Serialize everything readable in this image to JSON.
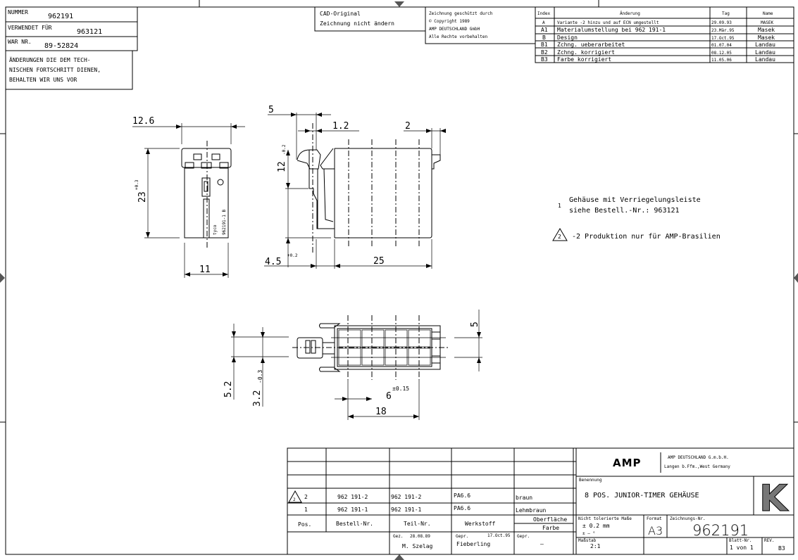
{
  "header_left": {
    "nummer_label": "NUMMER",
    "nummer": "962191",
    "verwendet_label": "VERWENDET FÜR",
    "verwendet": "963121",
    "war_label": "WAR NR.",
    "war": "89-52824",
    "notice": [
      "ÄNDERUNGEN DIE DEM TECH-",
      "NISCHEN FORTSCHRITT DIENEN,",
      "BEHALTEN WIR UNS VOR"
    ]
  },
  "cad_note": [
    "CAD-Original",
    "Zeichnung nicht ändern"
  ],
  "copyright": [
    "Zeichnung geschützt durch",
    "© Copyright 1989",
    "AMP DEUTSCHLAND GmbH",
    "Alle Rechte vorbehalten"
  ],
  "revisions": {
    "headers": [
      "Index",
      "Änderung",
      "Tag",
      "Name"
    ],
    "rows": [
      [
        "A",
        "Variante -2 hinzu und auf ECN umgestellt",
        "29.09.93",
        "MASEK"
      ],
      [
        "A1",
        "Materialumstellung bei 962 191-1",
        "23.Mär.95",
        "Masek"
      ],
      [
        "B",
        "Design",
        "17.Oct.95",
        "Masek"
      ],
      [
        "B1",
        "Zchng. ueberarbeitet",
        "01.07.04",
        "Landau"
      ],
      [
        "B2",
        "Zchng. korrigiert",
        "08.12.05",
        "Landau"
      ],
      [
        "B3",
        "Farbe korrigiert",
        "11.05.06",
        "Landau"
      ]
    ]
  },
  "dimensions": {
    "front_width": "12.6",
    "front_height": "23",
    "front_height_tol": "+0.3",
    "front_bottom": "11",
    "marking_brand": "tyco",
    "marking_part": "962191-1 B",
    "side_5": "5",
    "side_1_2": "1.2",
    "side_2": "2",
    "side_12": "12",
    "side_12_tol": "-0.2",
    "side_4_5": "4.5",
    "side_4_5_tol": "+0.2",
    "side_25": "25",
    "bottom_5_2": "5.2",
    "bottom_3_2": "3.2",
    "bottom_3_2_tol": "-0.3",
    "bottom_5": "5",
    "bottom_6": "6",
    "bottom_6_tol": "±0.15",
    "bottom_18": "18"
  },
  "notes": {
    "note1_num": "1",
    "note1_line1": "Gehäuse mit Verriegelungsleiste",
    "note1_line2": "siehe Bestell.-Nr.: 963121",
    "note2_num": "2",
    "note2_text": "-2 Produktion nur für AMP-Brasilien"
  },
  "parts_table": {
    "rows": [
      [
        "2",
        "962 191-2",
        "962 191-2",
        "PA6.6",
        "braun"
      ],
      [
        "1",
        "962 191-1",
        "962 191-1",
        "PA6.6",
        "Lehmbraun"
      ]
    ],
    "headers": [
      "Pos.",
      "Bestell-Nr.",
      "Teil-Nr.",
      "Werkstoff",
      "Oberfläche",
      "Farbe"
    ],
    "gez_label": "Gez.",
    "gez_date": "28.08.89",
    "gez_name": "M. Szelag",
    "gepr_label": "Gepr.",
    "gepr_date": "17.Oct.95",
    "gepr_name": "Fieberling",
    "gepr2_label": "Gepr.",
    "gepr2_name": "—"
  },
  "title_block": {
    "logo": "AMP",
    "company": "AMP DEUTSCHLAND G.m.b.H.",
    "location": "Langen b.Ffm.,West Germany",
    "benennung_label": "Benennung",
    "title": "8 POS. JUNIOR-TIMER GEHÄUSE",
    "class_letter": "K",
    "tol_label": "Nicht tolerierte Maße",
    "tol_value": "± 0.2  mm",
    "tol_value2": "±  —   °",
    "format_label": "Format",
    "format": "A3",
    "drawing_no_label": "Zeichnungs-Nr.",
    "drawing_no": "962191",
    "scale_label": "Maßstab",
    "scale": "2:1",
    "sheet_label": "Blatt-Nr.",
    "sheet": "1 von 1",
    "rev_label": "REV.",
    "rev": "B3"
  }
}
